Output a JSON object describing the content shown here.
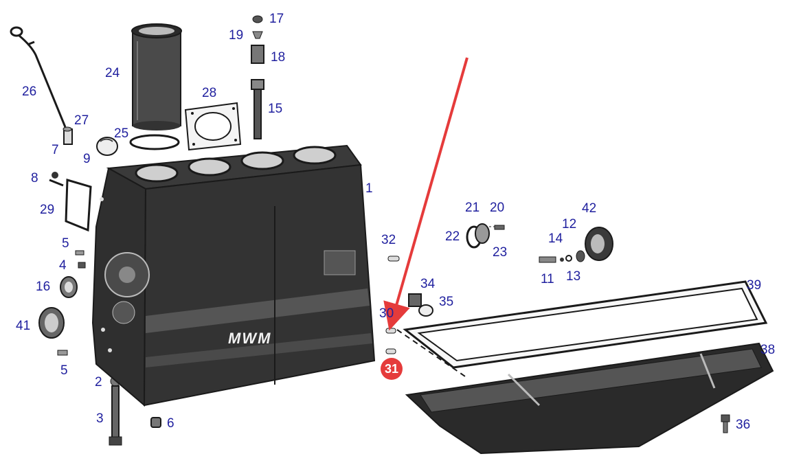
{
  "diagram": {
    "brand_text": "MWM",
    "highlighted_part": "31",
    "colors": {
      "label": "#1f1f9e",
      "highlight": "#e53b3b",
      "arrow": "#e53b3b",
      "ink": "#1a1a1a"
    },
    "labels": {
      "l1": "1",
      "l2": "2",
      "l3": "3",
      "l4": "4",
      "l5a": "5",
      "l5b": "5",
      "l6": "6",
      "l7": "7",
      "l8": "8",
      "l9": "9",
      "l11": "11",
      "l12": "12",
      "l13": "13",
      "l14": "14",
      "l15": "15",
      "l16": "16",
      "l17": "17",
      "l18": "18",
      "l19": "19",
      "l20": "20",
      "l21": "21",
      "l22": "22",
      "l23": "23",
      "l24": "24",
      "l25": "25",
      "l26": "26",
      "l27": "27",
      "l28": "28",
      "l29": "29",
      "l30": "30",
      "l31": "31",
      "l32": "32",
      "l34": "34",
      "l35": "35",
      "l36": "36",
      "l38": "38",
      "l39": "39",
      "l41": "41",
      "l42": "42"
    }
  }
}
